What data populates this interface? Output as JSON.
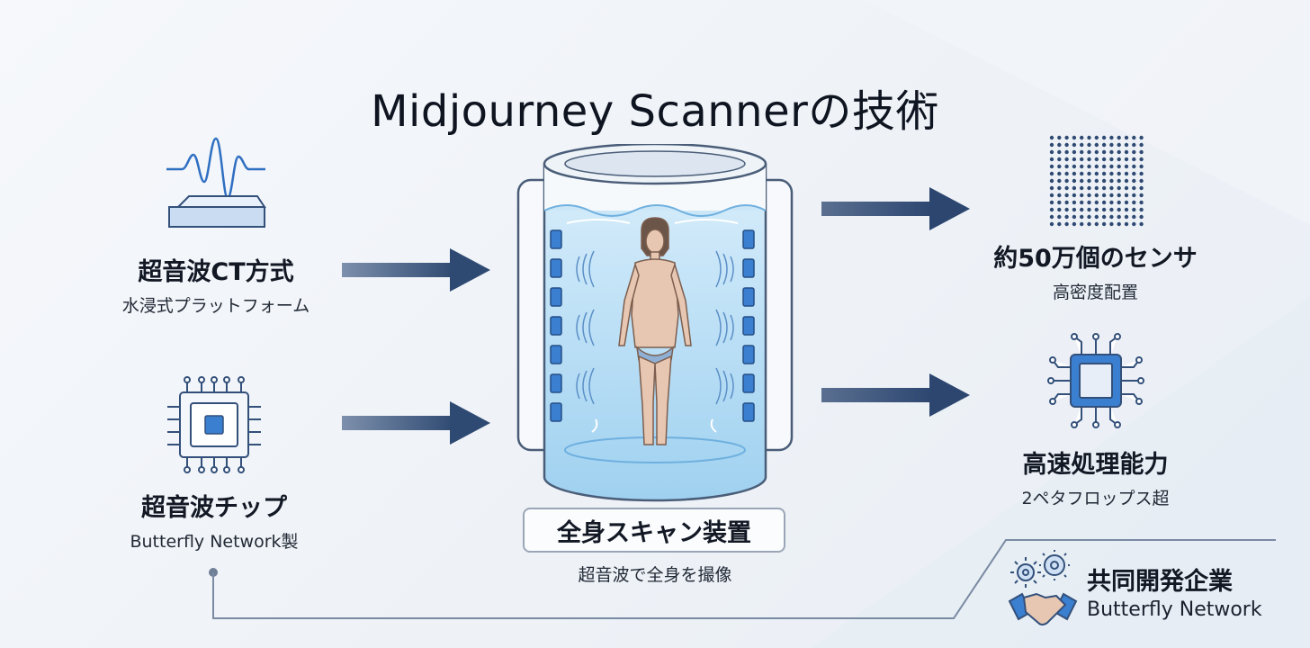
{
  "title": "Midjourney Scannerの技術",
  "left_top": {
    "main": "超音波CT方式",
    "sub": "水浸式プラットフォーム",
    "icon": "ultrasound-wave-icon"
  },
  "left_bottom": {
    "main": "超音波チップ",
    "sub": "Butterfly Network製",
    "icon": "chip-icon"
  },
  "center": {
    "main": "全身スキャン装置",
    "sub": "超音波で全身を撮像",
    "icon": "body-scanner-cylinder"
  },
  "right_top": {
    "main": "約50万個のセンサ",
    "sub": "高密度配置",
    "icon": "sensor-grid-icon"
  },
  "right_bottom": {
    "main": "高速処理能力",
    "sub": "2ペタフロップス超",
    "icon": "processor-icon"
  },
  "partner": {
    "main": "共同開発企業",
    "sub": "Butterfly Network",
    "icon": "handshake-gears-icon"
  },
  "colors": {
    "arrow": "#2f4a72",
    "accent": "#2f6fc2",
    "water": "#bfe0f5",
    "line": "#6f7f96"
  }
}
